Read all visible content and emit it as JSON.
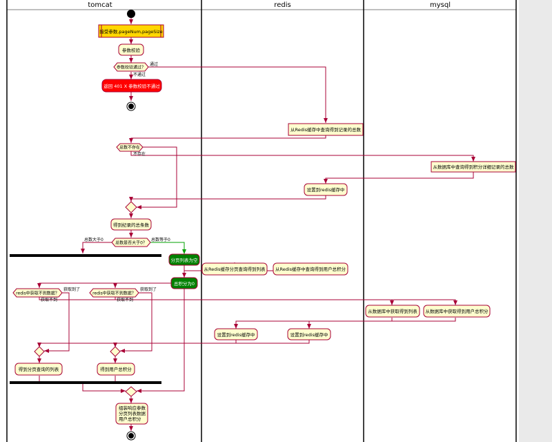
{
  "lanes": [
    "tomcat",
    "redis",
    "mysql"
  ],
  "actions": {
    "receive_params": "接受参数,pageNum,pageSize",
    "param_check": "参数校验",
    "return_error": "返回 401 X 参数校验不通过",
    "redis_count": "从Redis缓存中查询得到记录的总数",
    "mysql_count": "从数据库中查询得到积分详细记录的总数",
    "set_redis_count": "设置到redis缓存中",
    "get_total": "得到纪录的总条数",
    "page_empty": "分页列表为空",
    "points_zero": "总积分为0",
    "redis_page_list": "从Redis缓存分页查询得到列表",
    "redis_user_points": "从Redis缓存中查询得到用户总积分",
    "db_page_list": "从数据库中获取得到列表",
    "db_user_points": "从数据库中获取得到用户总积分",
    "set_redis_list": "设置到redis缓存中",
    "set_redis_points": "设置到redis缓存中",
    "got_page_list": "得到分页查询的列表",
    "got_user_points": "得到用户总积分",
    "assemble_line1": "组装响应参数",
    "assemble_line2": "分页列表数据",
    "assemble_line3": "用户总积分"
  },
  "decisions": {
    "param_pass": "参数校验通过？",
    "count_missing": "总数不存在",
    "total_gt_zero": "总数是否大于0？",
    "redis_list_missing": "redis中获取不到数据？",
    "redis_points_missing": "redis中获取不到数据？"
  },
  "edge_labels": {
    "pass": "通过",
    "fail": "不通过",
    "not_exist": "不存在",
    "gt_zero": "总数大于0",
    "eq_zero": "总数等于0",
    "got1": "获取到了",
    "got2": "获取到了",
    "missing1": "获取不到",
    "missing2": "获取不到"
  },
  "colors": {
    "action_fill": "#FEFECE",
    "action_stroke": "#A80036",
    "arrow": "#A80036",
    "highlight_fill": "#FFD700",
    "error_fill": "#FF0000",
    "green_fill": "#008000",
    "green_arrow": "#00A000"
  }
}
